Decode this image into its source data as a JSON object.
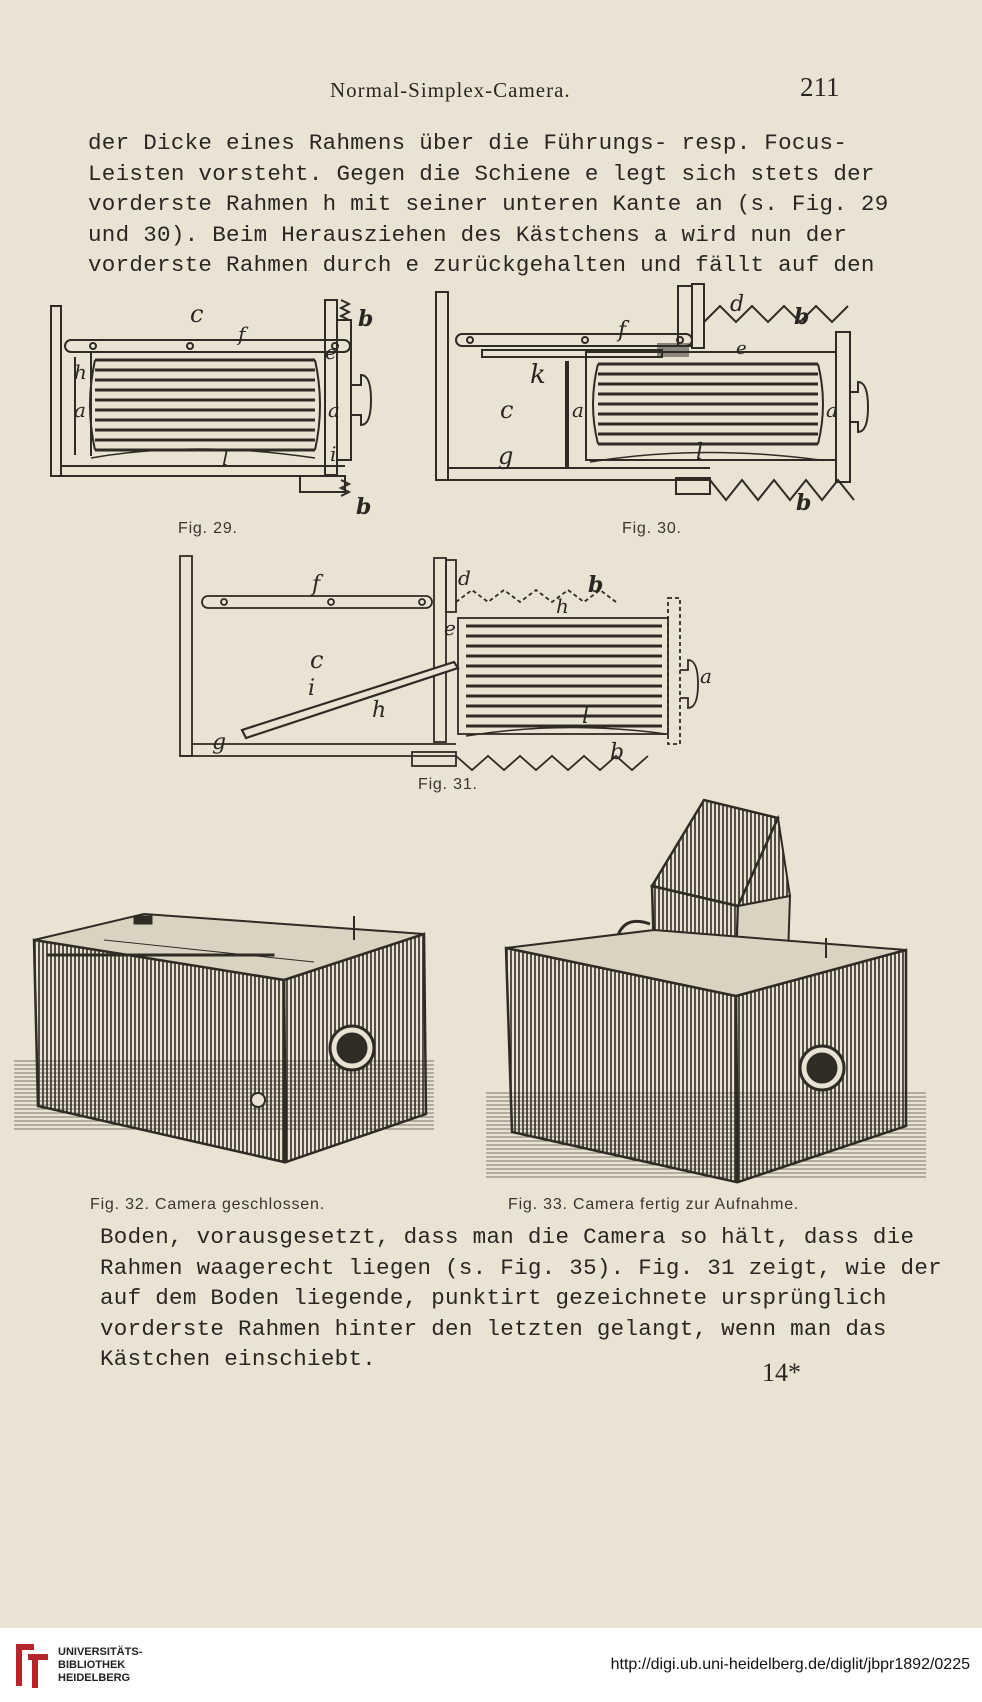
{
  "header": {
    "running_title": "Normal-Simplex-Camera.",
    "page_number": "211"
  },
  "paragraph_top": [
    "der Dicke eines Rahmens über die Führungs- resp. Focus-",
    "Leisten vorsteht. Gegen die Schiene e legt sich stets der",
    "vorderste Rahmen h mit seiner unteren Kante an (s. Fig. 29",
    "und 30). Beim Herausziehen des Kästchens a wird nun der",
    "vorderste Rahmen durch e zurückgehalten und fällt auf den"
  ],
  "figures": {
    "fig29": {
      "caption": "Fig. 29.",
      "labels": {
        "c": "c",
        "f": "f",
        "b_top": "b",
        "e": "e",
        "h": "h",
        "a_left": "a",
        "a_right": "a",
        "i": "i",
        "l": "l",
        "b_bottom": "b"
      }
    },
    "fig30": {
      "caption": "Fig. 30.",
      "labels": {
        "d": "d",
        "b_top": "b",
        "f": "f",
        "k": "k",
        "e": "e",
        "c": "c",
        "a_left": "a",
        "a_right": "a",
        "g": "g",
        "l": "l",
        "b_bottom": "b"
      }
    },
    "fig31": {
      "caption": "Fig. 31.",
      "labels": {
        "f": "f",
        "d": "d",
        "b": "b",
        "h_top": "h",
        "e": "e",
        "c": "c",
        "i": "i",
        "a": "a",
        "h_bottom": "h",
        "l": "l",
        "g": "g",
        "b_bottom": "b"
      }
    },
    "fig32": {
      "caption": "Fig. 32.   Camera geschlossen."
    },
    "fig33": {
      "caption": "Fig. 33.   Camera fertig zur Aufnahme."
    }
  },
  "paragraph_bottom": [
    "Boden, vorausgesetzt, dass man die Camera so hält, dass die",
    "Rahmen waagerecht liegen (s. Fig. 35). Fig. 31 zeigt, wie der",
    "auf dem Boden liegende, punktirt gezeichnete ursprünglich",
    "vorderste Rahmen hinter den letzten gelangt, wenn man das",
    "Kästchen einschiebt."
  ],
  "signature_mark": "14*",
  "footer": {
    "library_lines": [
      "UNIVERSITÄTS-",
      "BIBLIOTHEK",
      "HEIDELBERG"
    ],
    "url": "http://digi.ub.uni-heidelberg.de/diglit/jbpr1892/0225"
  },
  "colors": {
    "paper": "#e8e3d3",
    "ink": "#2a2722",
    "footer_bg": "#ffffff",
    "logo_red": "#b5262b"
  }
}
